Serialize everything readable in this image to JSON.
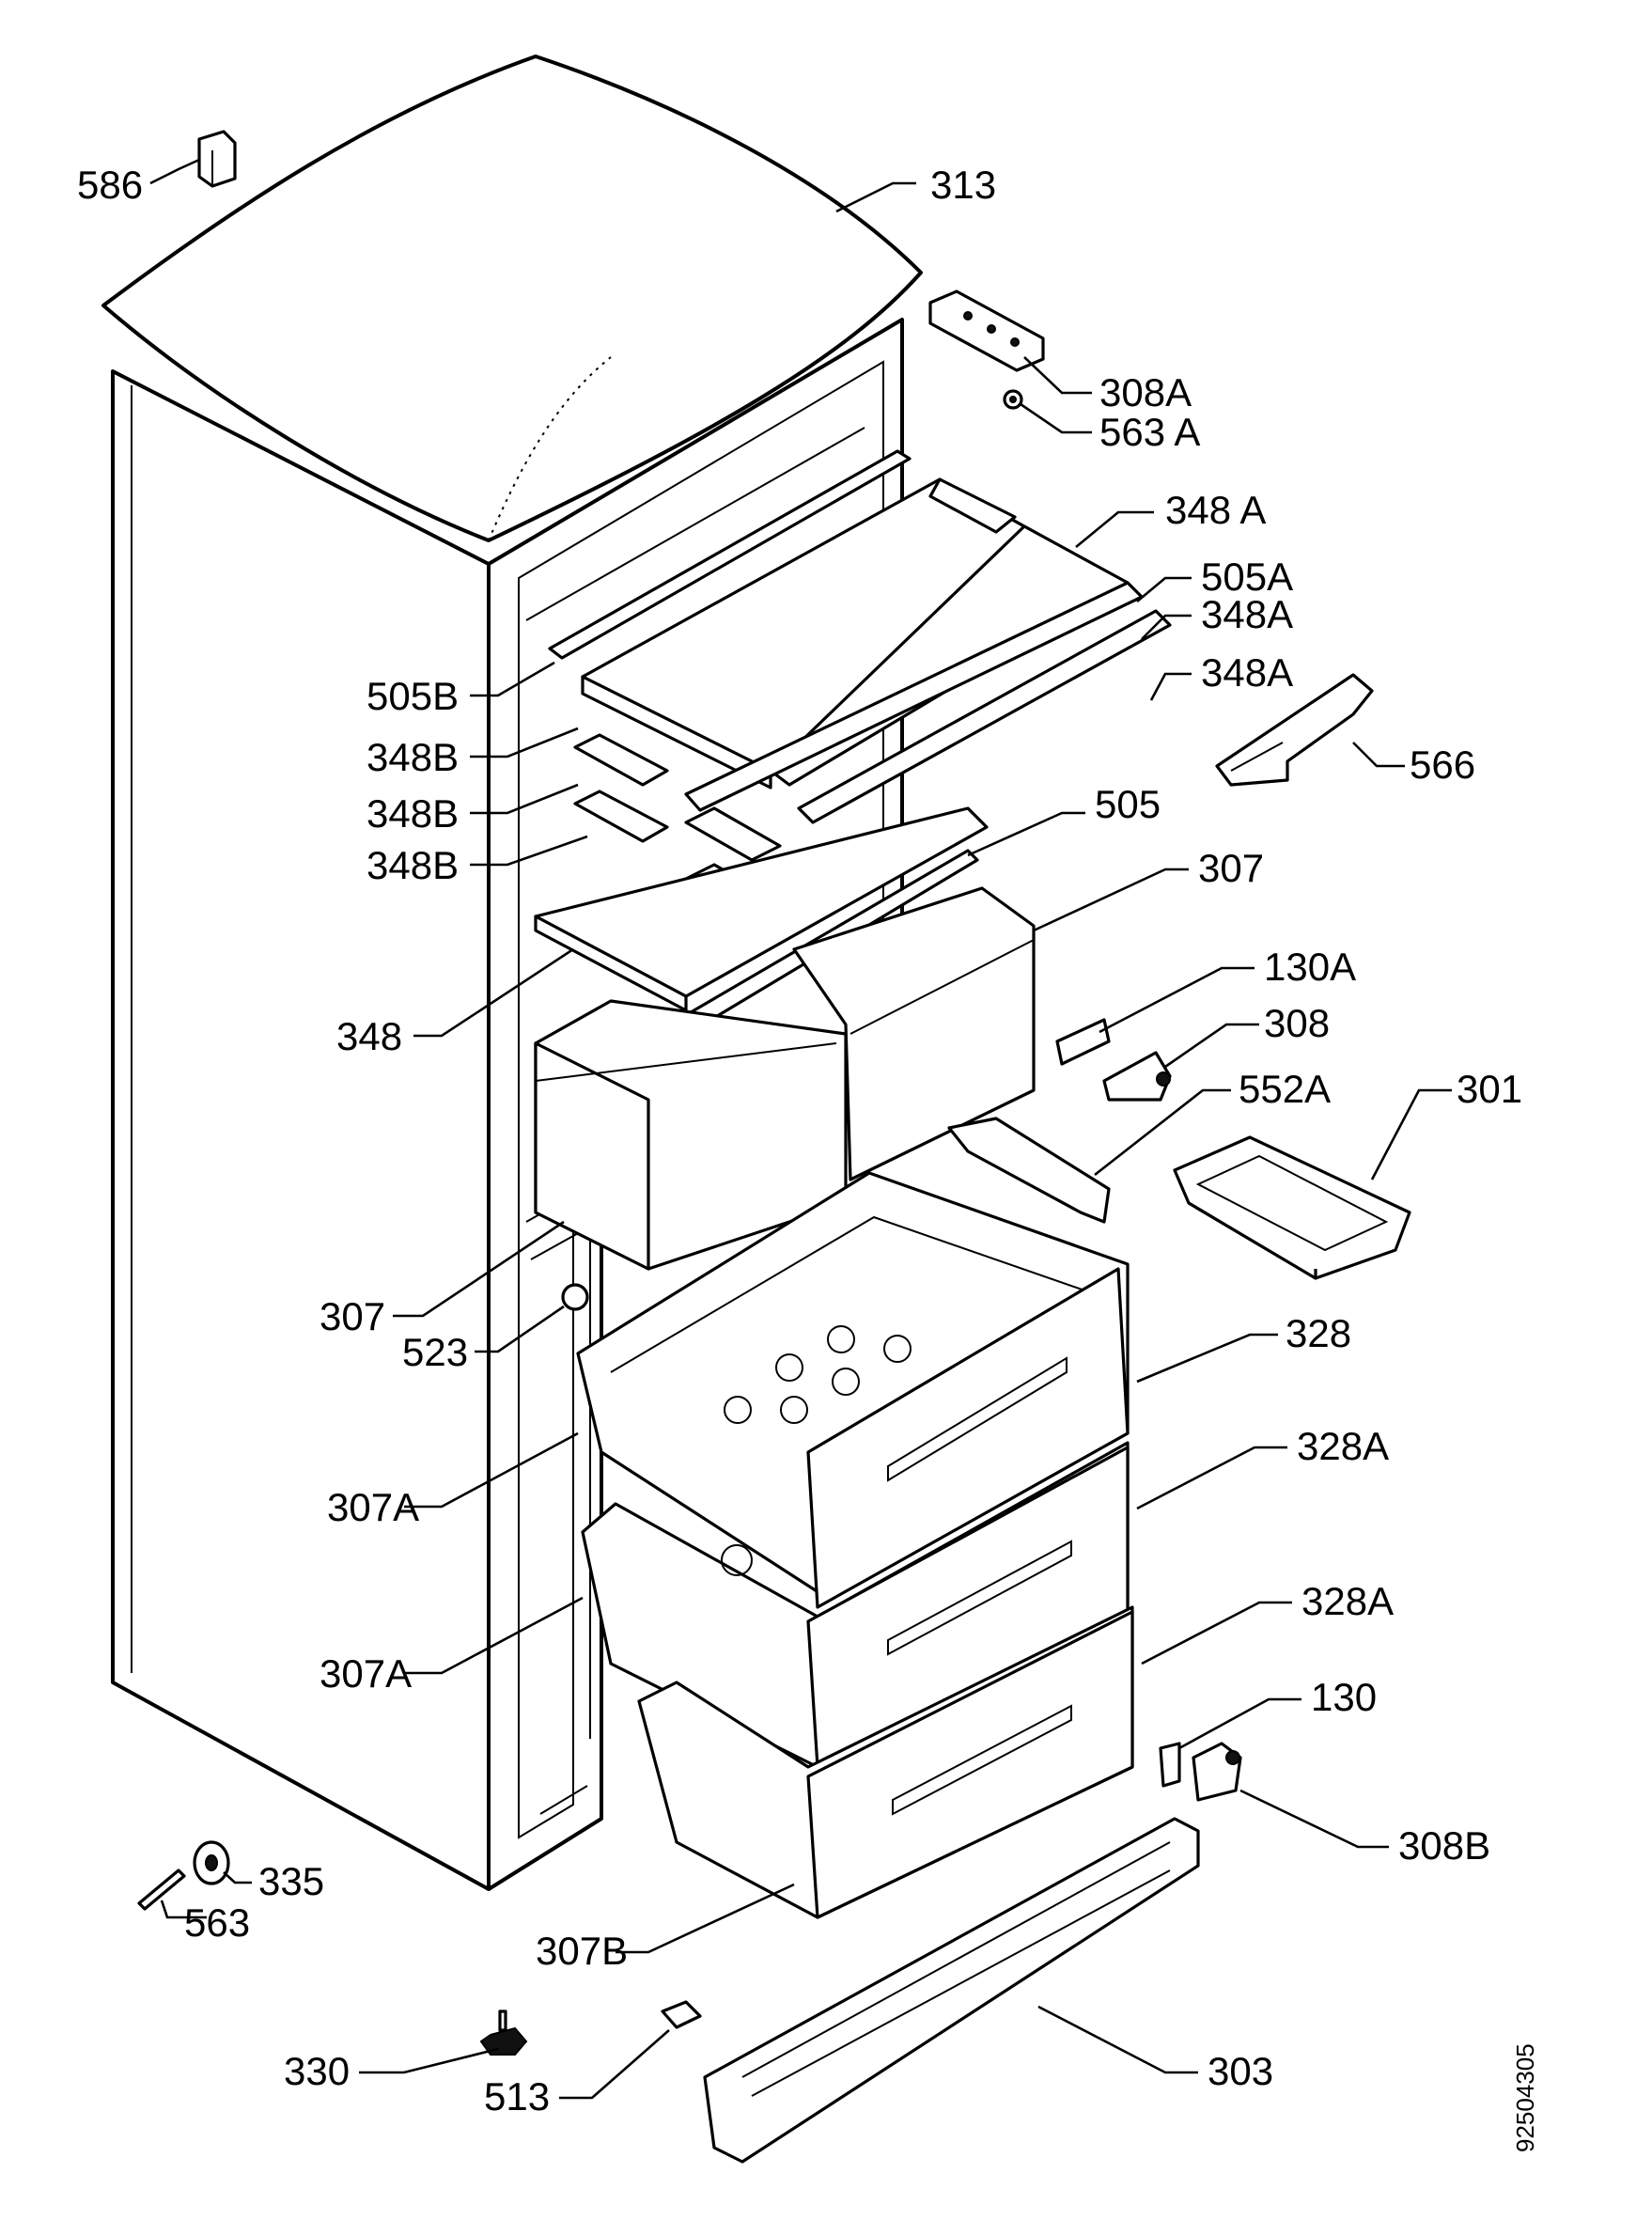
{
  "labels": [
    {
      "id": "586",
      "text": "586"
    },
    {
      "id": "313",
      "text": "313"
    },
    {
      "id": "308A",
      "text": "308A"
    },
    {
      "id": "563A",
      "text": "563 A"
    },
    {
      "id": "348A_1",
      "text": "348 A"
    },
    {
      "id": "505A",
      "text": "505A"
    },
    {
      "id": "348A_2",
      "text": "348A"
    },
    {
      "id": "348A_3",
      "text": "348A"
    },
    {
      "id": "505B",
      "text": "505B"
    },
    {
      "id": "348B_1",
      "text": "348B"
    },
    {
      "id": "348B_2",
      "text": "348B"
    },
    {
      "id": "348B_3",
      "text": "348B"
    },
    {
      "id": "566",
      "text": "566"
    },
    {
      "id": "505",
      "text": "505"
    },
    {
      "id": "307_top",
      "text": "307"
    },
    {
      "id": "348",
      "text": "348"
    },
    {
      "id": "130A",
      "text": "130A"
    },
    {
      "id": "308",
      "text": "308"
    },
    {
      "id": "552A",
      "text": "552A"
    },
    {
      "id": "301",
      "text": "301"
    },
    {
      "id": "307_mid",
      "text": "307"
    },
    {
      "id": "523",
      "text": "523"
    },
    {
      "id": "328",
      "text": "328"
    },
    {
      "id": "328A_1",
      "text": "328A"
    },
    {
      "id": "307A_1",
      "text": "307A"
    },
    {
      "id": "307A_2",
      "text": "307A"
    },
    {
      "id": "328A_2",
      "text": "328A"
    },
    {
      "id": "130",
      "text": "130"
    },
    {
      "id": "308B",
      "text": "308B"
    },
    {
      "id": "335",
      "text": "335"
    },
    {
      "id": "563",
      "text": "563"
    },
    {
      "id": "307B",
      "text": "307B"
    },
    {
      "id": "330",
      "text": "330"
    },
    {
      "id": "513",
      "text": "513"
    },
    {
      "id": "303",
      "text": "303"
    }
  ],
  "drawing_number": "92504305"
}
